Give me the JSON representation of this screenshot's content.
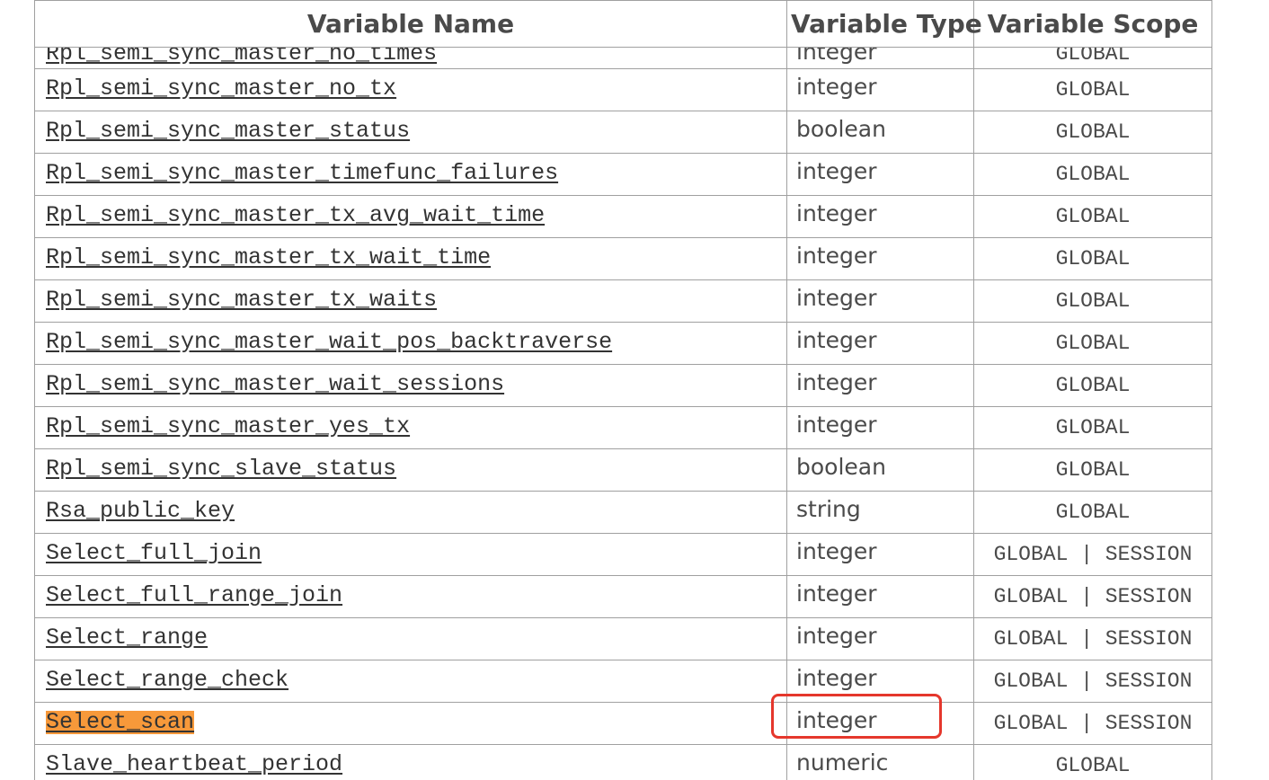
{
  "table": {
    "headers": {
      "name": "Variable Name",
      "type": "Variable Type",
      "scope": "Variable Scope"
    },
    "rows": [
      {
        "name": "Rpl_semi_sync_master_no_times",
        "type": "integer",
        "scope": "GLOBAL"
      },
      {
        "name": "Rpl_semi_sync_master_no_tx",
        "type": "integer",
        "scope": "GLOBAL"
      },
      {
        "name": "Rpl_semi_sync_master_status",
        "type": "boolean",
        "scope": "GLOBAL"
      },
      {
        "name": "Rpl_semi_sync_master_timefunc_failures",
        "type": "integer",
        "scope": "GLOBAL"
      },
      {
        "name": "Rpl_semi_sync_master_tx_avg_wait_time",
        "type": "integer",
        "scope": "GLOBAL"
      },
      {
        "name": "Rpl_semi_sync_master_tx_wait_time",
        "type": "integer",
        "scope": "GLOBAL"
      },
      {
        "name": "Rpl_semi_sync_master_tx_waits",
        "type": "integer",
        "scope": "GLOBAL"
      },
      {
        "name": "Rpl_semi_sync_master_wait_pos_backtraverse",
        "type": "integer",
        "scope": "GLOBAL"
      },
      {
        "name": "Rpl_semi_sync_master_wait_sessions",
        "type": "integer",
        "scope": "GLOBAL"
      },
      {
        "name": "Rpl_semi_sync_master_yes_tx",
        "type": "integer",
        "scope": "GLOBAL"
      },
      {
        "name": "Rpl_semi_sync_slave_status",
        "type": "boolean",
        "scope": "GLOBAL"
      },
      {
        "name": "Rsa_public_key",
        "type": "string",
        "scope": "GLOBAL"
      },
      {
        "name": "Select_full_join",
        "type": "integer",
        "scope": "GLOBAL | SESSION"
      },
      {
        "name": "Select_full_range_join",
        "type": "integer",
        "scope": "GLOBAL | SESSION"
      },
      {
        "name": "Select_range",
        "type": "integer",
        "scope": "GLOBAL | SESSION"
      },
      {
        "name": "Select_range_check",
        "type": "integer",
        "scope": "GLOBAL | SESSION"
      },
      {
        "name": "Select_scan",
        "type": "integer",
        "scope": "GLOBAL | SESSION"
      },
      {
        "name": "Slave_heartbeat_period",
        "type": "numeric",
        "scope": "GLOBAL"
      }
    ]
  },
  "highlight": {
    "color": "#f7993a"
  },
  "annotation": {
    "color": "#e5372c"
  }
}
